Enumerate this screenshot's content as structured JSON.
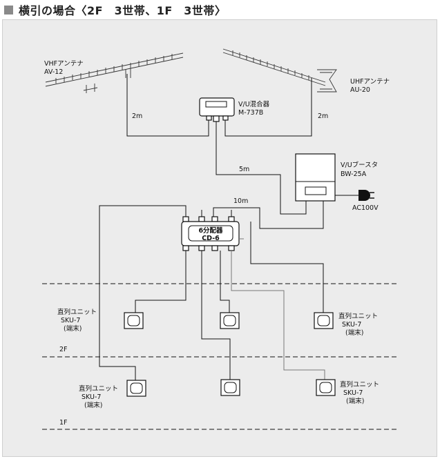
{
  "title": "横引の場合〈2F　3世帯、1F　3世帯〉",
  "vhf_antenna": {
    "name": "VHFアンテナ",
    "model": "AV-12"
  },
  "uhf_antenna": {
    "name": "UHFアンテナ",
    "model": "AU-20"
  },
  "mixer": {
    "name": "V/U混合器",
    "model": "M-737B"
  },
  "booster": {
    "name": "V/Uブースタ",
    "model": "BW-25A",
    "power": "AC100V"
  },
  "splitter": {
    "line1": "6分配器",
    "line2": "CD-6"
  },
  "cable_lengths": {
    "vhf": "2m",
    "uhf": "2m",
    "mixer_to_booster": "5m",
    "booster_to_splitter": "10m"
  },
  "unit_label": {
    "line1": "直列ユニット",
    "line2": "SKU-7",
    "line3": "(端末)"
  },
  "floors": {
    "second": "2F",
    "first": "1F"
  }
}
